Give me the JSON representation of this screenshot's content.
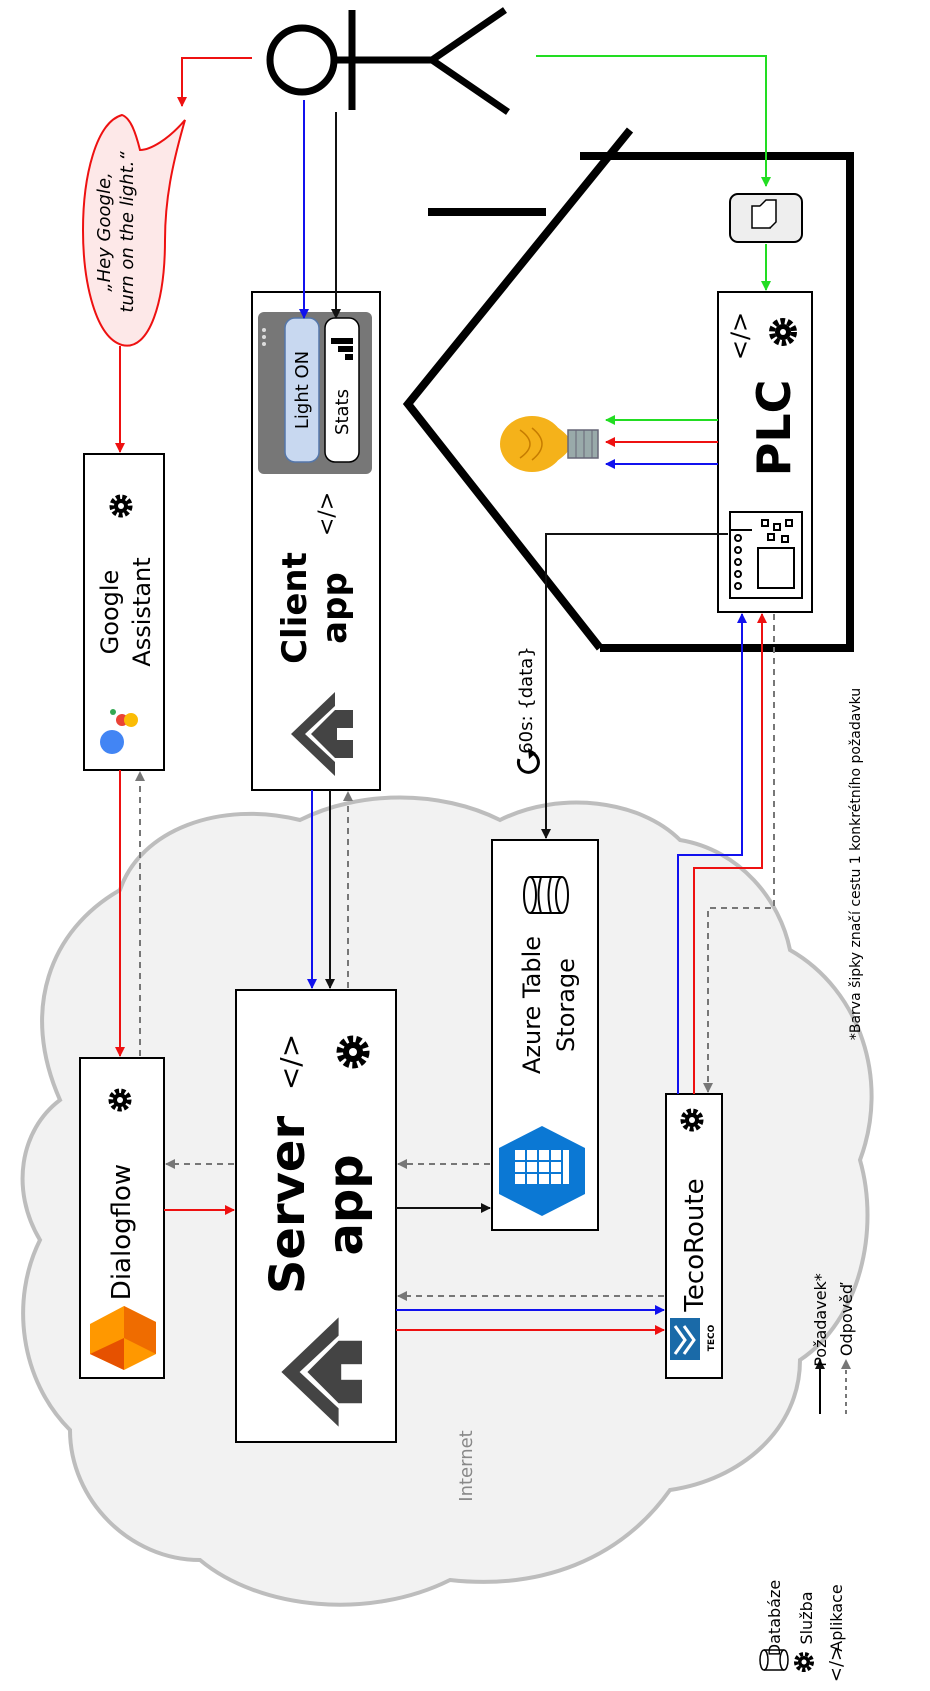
{
  "speech_bubble": {
    "line1": "„Hey Google,",
    "line2": "turn on the light.“"
  },
  "google_assistant": {
    "line1": "Google",
    "line2": "Assistant"
  },
  "client_app": {
    "line1": "Client",
    "line2": "app",
    "btn_light": "Light ON",
    "btn_stats": "Stats"
  },
  "server_app": {
    "line1": "Server",
    "line2": "app"
  },
  "dialogflow": {
    "label": "Dialogflow"
  },
  "azure": {
    "line1": "Azure Table",
    "line2": "Storage"
  },
  "tecoroute": {
    "label": "TecoRoute",
    "logo_text": "TECO"
  },
  "plc": {
    "label": "PLC"
  },
  "periodic": {
    "label": "60s: {data}"
  },
  "cloud": {
    "label": "Internet"
  },
  "code_symbol": "</>",
  "legend": {
    "database": "Databáze",
    "service": "Služba",
    "app_symbol": "</>",
    "application": "Aplikace",
    "request": "Požadavek*",
    "response": "Odpověď"
  },
  "footnote": "*Barva šipky značí cestu 1 konkrétního požadavku",
  "colors": {
    "red": "#ee1111",
    "blue": "#1111ee",
    "green": "#22dd22",
    "black": "#111111",
    "gray_dashed": "#777777",
    "cloud_fill": "#f2f2f2",
    "cloud_stroke": "#bdbdbd",
    "bubble_fill": "#fde8e8",
    "azure_blue": "#0b78d4",
    "dialogflow_orange": "#f57c00",
    "teco_blue": "#1a6aa8",
    "bulb_yellow": "#f5b21a",
    "light_btn_fill": "#c8d8f0"
  },
  "icons": [
    "gear-icon",
    "code-icon",
    "database-icon",
    "home-logo-icon",
    "google-assistant-icon",
    "dialogflow-icon",
    "azure-table-icon",
    "teco-logo-icon",
    "light-bulb-icon",
    "plc-module-icon",
    "switch-icon",
    "refresh-icon",
    "stats-bars-icon"
  ]
}
